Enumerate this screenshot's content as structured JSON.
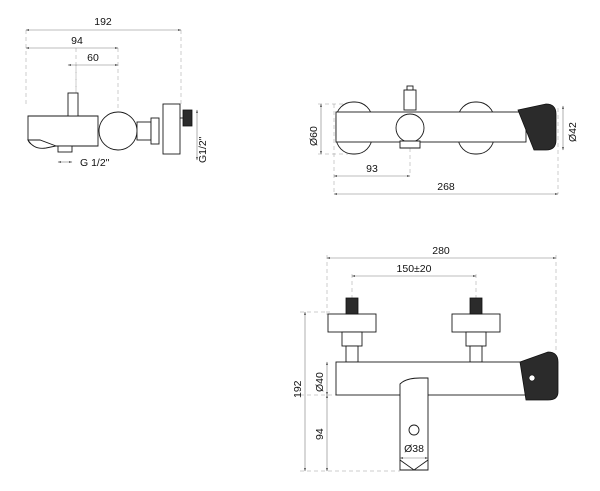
{
  "side_view": {
    "dim_width": "192",
    "dim_handle": "94",
    "dim_spout": "60",
    "dim_thread_bottom": "G 1/2\"",
    "dim_thread_side": "G1/2\""
  },
  "top_view": {
    "dim_diameter_left": "Ø60",
    "dim_diameter_right": "Ø42",
    "dim_offset": "93",
    "dim_length": "268"
  },
  "front_view": {
    "dim_total_width": "280",
    "dim_centers": "150±20",
    "dim_height": "192",
    "dim_body_diameter": "Ø40",
    "dim_spout_height": "94",
    "dim_spout_diameter": "Ø38"
  },
  "colors": {
    "ink": "#1a1a1a",
    "dimension": "#7a7a7a",
    "dark_fill": "#2b2b2b"
  }
}
